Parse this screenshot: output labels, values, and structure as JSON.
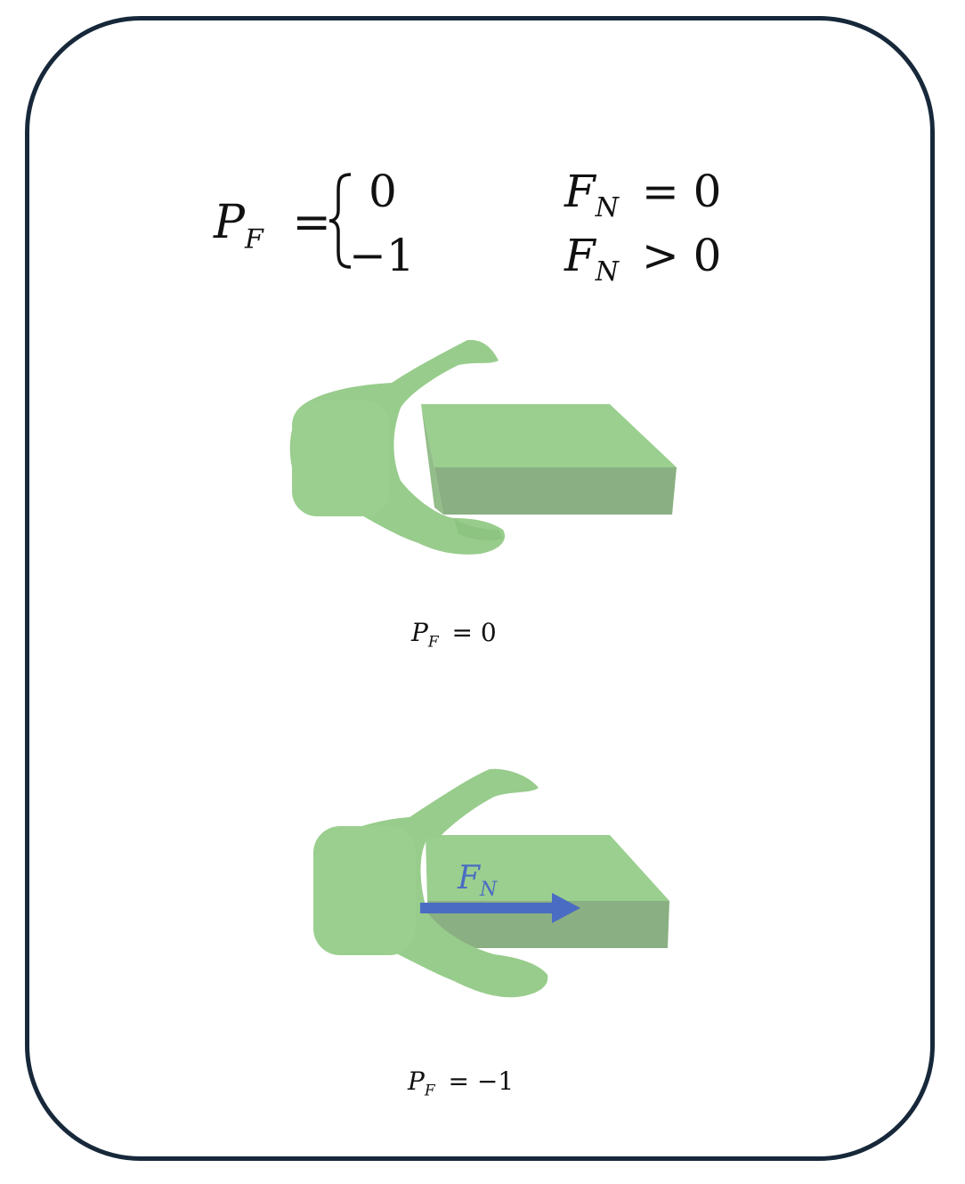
{
  "equation": {
    "lhs_symbol": "P",
    "lhs_sub": "F",
    "equals": "=",
    "case1_value": "0",
    "case1_cond_symbol": "F",
    "case1_cond_sub": "N",
    "case1_cond_op": "= 0",
    "case2_value": "−1",
    "case2_cond_symbol": "F",
    "case2_cond_sub": "N",
    "case2_cond_op": "> 0"
  },
  "panel_top": {
    "label_symbol": "P",
    "label_sub": "F",
    "label_rest": "= 0"
  },
  "panel_bottom": {
    "force_symbol": "F",
    "force_sub": "N",
    "label_symbol": "P",
    "label_sub": "F",
    "label_rest": "= −1"
  },
  "colors": {
    "frame": "#17283a",
    "hand": "#98cc8c",
    "hand_dark": "#88bb7e",
    "box_top": "#9acf8f",
    "box_front": "#8aaf82",
    "arrow": "#4a6cc3"
  }
}
